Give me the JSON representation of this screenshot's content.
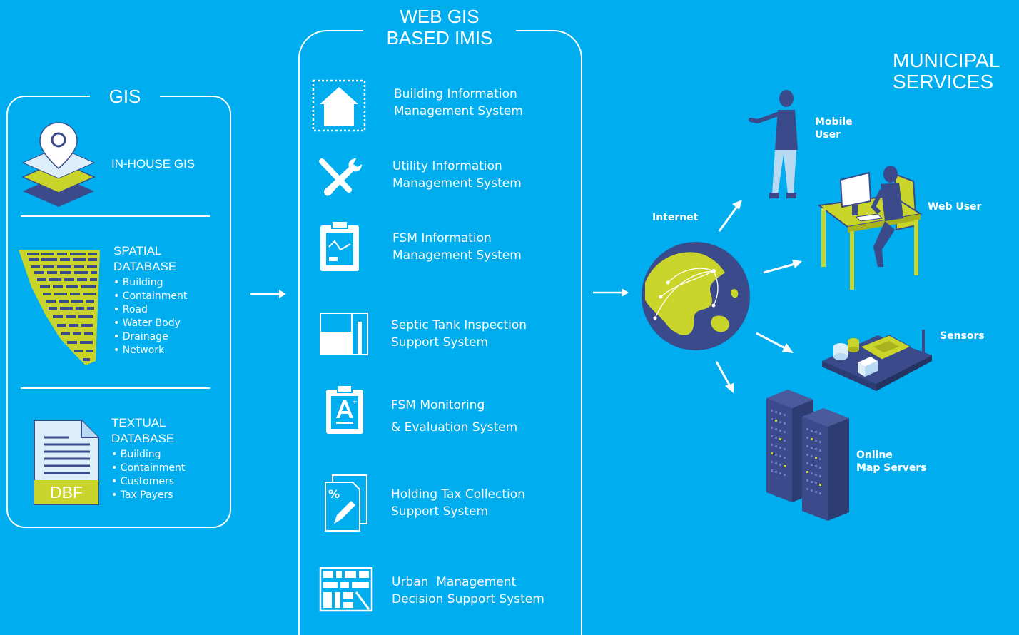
{
  "gis": {
    "title": "GIS",
    "inhouse": {
      "label": "IN-HOUSE GIS",
      "icon": "layers-pin-icon"
    },
    "spatial": {
      "label_line1": "SPATIAL",
      "label_line2": "DATABASE",
      "icon": "city-map-icon",
      "items": [
        "Building",
        "Containment",
        "Road",
        "Water Body",
        "Drainage",
        "Network"
      ]
    },
    "textual": {
      "label_line1": "TEXTUAL",
      "label_line2": "DATABASE",
      "icon": "dbf-file-icon",
      "file_tag": "DBF",
      "items": [
        "Building",
        "Containment",
        "Customers",
        "Tax Payers"
      ]
    }
  },
  "imis": {
    "title_line1": "WEB GIS",
    "title_line2": "BASED IMIS",
    "systems": [
      {
        "line1": "Building Information",
        "line2": "Management System",
        "icon": "building-icon"
      },
      {
        "line1": "Utility Information",
        "line2": "Management System",
        "icon": "tools-icon"
      },
      {
        "line1": "FSM Information",
        "line2": "Management System",
        "icon": "clipboard-chart-icon"
      },
      {
        "line1": "Septic Tank Inspection",
        "line2": "Support System",
        "icon": "septic-tank-icon"
      },
      {
        "line1": "FSM Monitoring",
        "line2": "& Evaluation System",
        "icon": "clipboard-grade-icon"
      },
      {
        "line1": "Holding Tax Collection",
        "line2": "Support System",
        "icon": "tax-document-icon"
      },
      {
        "line1": "Urban  Management",
        "line2": "Decision Support System",
        "icon": "urban-map-icon"
      }
    ]
  },
  "services": {
    "title_line1": "MUNICIPAL",
    "title_line2": "SERVICES",
    "internet_label": "Internet",
    "mobile_user_line1": "Mobile",
    "mobile_user_line2": "User",
    "web_user": "Web User",
    "sensors": "Sensors",
    "servers_line1": "Online",
    "servers_line2": "Map Servers"
  },
  "colors": {
    "background": "#00adef",
    "accent_yellow": "#c9d52b",
    "dark_navy": "#3a4a8a",
    "white": "#ffffff"
  }
}
